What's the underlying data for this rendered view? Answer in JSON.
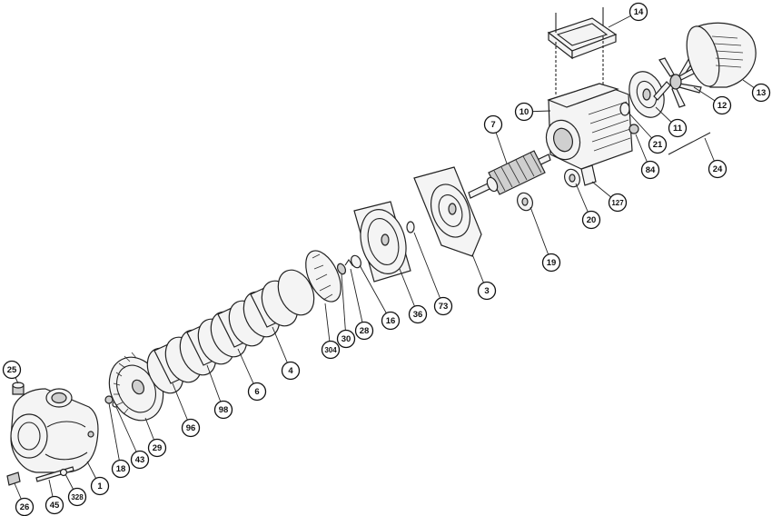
{
  "diagram": {
    "part_numbers": [
      "14",
      "13",
      "12",
      "10",
      "11",
      "21",
      "84",
      "24",
      "7",
      "127",
      "20",
      "19",
      "3",
      "73",
      "36",
      "16",
      "28",
      "30",
      "304",
      "4",
      "6",
      "98",
      "96",
      "29",
      "43",
      "18",
      "1",
      "328",
      "45",
      "26",
      "25"
    ]
  }
}
